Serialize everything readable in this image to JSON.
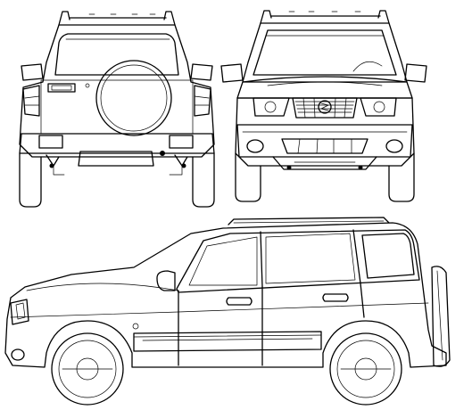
{
  "image": {
    "kind": "vehicle blueprint",
    "background": "#ffffff",
    "line_color": "#000000",
    "views": [
      "rear-view",
      "front-view",
      "side-view"
    ]
  }
}
